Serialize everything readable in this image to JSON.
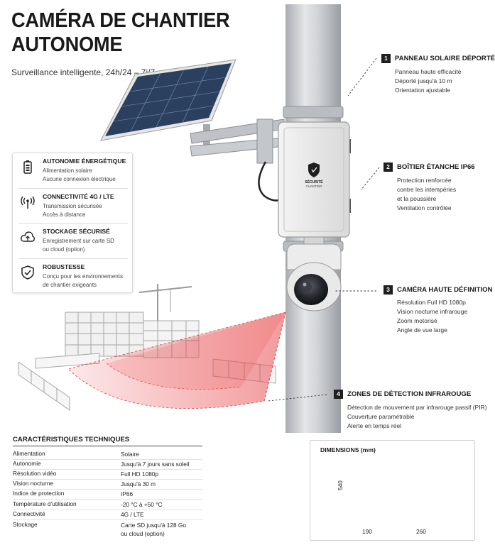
{
  "header": {
    "title_line1": "CAMÉRA DE CHANTIER",
    "title_line2": "AUTONOME",
    "subtitle": "Surveillance intelligente, 24h/24 – 7j/7"
  },
  "device": {
    "brand_line1": "SÉCURITÉ",
    "brand_line2": "CHANTIER"
  },
  "features": [
    {
      "icon": "battery-icon",
      "title": "AUTONOMIE ÉNERGÉTIQUE",
      "lines": [
        "Alimentation solaire",
        "Aucune connexion électrique"
      ]
    },
    {
      "icon": "signal-antenna-icon",
      "title": "CONNECTIVITÉ 4G / LTE",
      "lines": [
        "Transmission sécurisée",
        "Accès à distance"
      ]
    },
    {
      "icon": "cloud-upload-icon",
      "title": "STOCKAGE SÉCURISÉ",
      "lines": [
        "Enregistrement sur carte SD",
        "ou cloud (option)"
      ]
    },
    {
      "icon": "shield-check-icon",
      "title": "ROBUSTESSE",
      "lines": [
        "Conçu pour les environnements",
        "de chantier exigeants"
      ]
    }
  ],
  "callouts": [
    {
      "num": "1",
      "title": "PANNEAU SOLAIRE DÉPORTÉ",
      "lines": [
        "Panneau haute efficacité",
        "Déporté jusqu'à 10 m",
        "Orientation ajustable"
      ]
    },
    {
      "num": "2",
      "title": "BOÎTIER ÉTANCHE IP66",
      "lines": [
        "Protection renforcée",
        "contre les intempéries",
        "et la poussière",
        "Ventilation contrôlée"
      ]
    },
    {
      "num": "3",
      "title": "CAMÉRA HAUTE DÉFINITION",
      "lines": [
        "Résolution Full HD 1080p",
        "Vision nocturne infrarouge",
        "Zoom motorisé",
        "Angle de vue large"
      ]
    },
    {
      "num": "4",
      "title": "ZONES DE DÉTECTION INFRAROUGE",
      "lines": [
        "Détection de mouvement par infrarouge passif (PIR)",
        "Couverture paramétrable",
        "Alerte en temps réel"
      ]
    }
  ],
  "specs": {
    "title": "CARACTÉRISTIQUES TECHNIQUES",
    "rows": [
      {
        "key": "Alimentation",
        "value": "Solaire"
      },
      {
        "key": "Autonomie",
        "value": "Jusqu'à 7 jours sans soleil"
      },
      {
        "key": "Résolution vidéo",
        "value": "Full HD 1080p"
      },
      {
        "key": "Vision nocturne",
        "value": "Jusqu'à 30 m"
      },
      {
        "key": "Indice de protection",
        "value": "IP66"
      },
      {
        "key": "Température d'utilisation",
        "value": "-20 °C à +50 °C"
      },
      {
        "key": "Connectivité",
        "value": "4G / LTE"
      },
      {
        "key": "Stockage",
        "value": "Carte SD jusqu'à 128 Go",
        "value2": "ou cloud (option)"
      }
    ]
  },
  "dimensions": {
    "title": "DIMENSIONS (mm)",
    "height": "540",
    "width": "190",
    "depth": "260"
  },
  "colors": {
    "detection_zone": "#e8474a",
    "pole": "#c9cbce",
    "housing": "#ececec",
    "solar_panel": "#2b3f5e"
  }
}
